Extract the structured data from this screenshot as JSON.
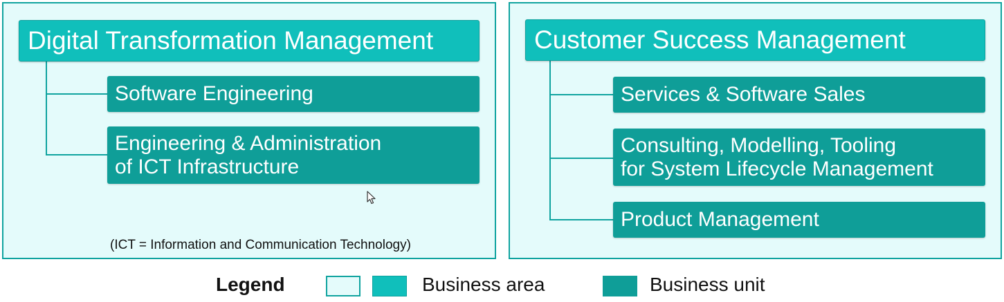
{
  "left_panel": {
    "area_title": "Digital Transformation Management",
    "units": [
      "Software Engineering",
      "Engineering & Administration\nof ICT Infrastructure"
    ],
    "footnote": "(ICT = Information and Communication Technology)"
  },
  "right_panel": {
    "area_title": "Customer Success Management",
    "units": [
      "Services & Software Sales",
      "Consulting, Modelling, Tooling\nfor System Lifecycle Management",
      "Product Management"
    ]
  },
  "legend": {
    "title": "Legend",
    "business_area_label": "Business area",
    "business_unit_label": "Business unit"
  },
  "colors": {
    "panel_bg": "#e4fbfb",
    "business_area": "#10bfbb",
    "business_unit": "#0f9e98",
    "border": "#0fa39f"
  }
}
